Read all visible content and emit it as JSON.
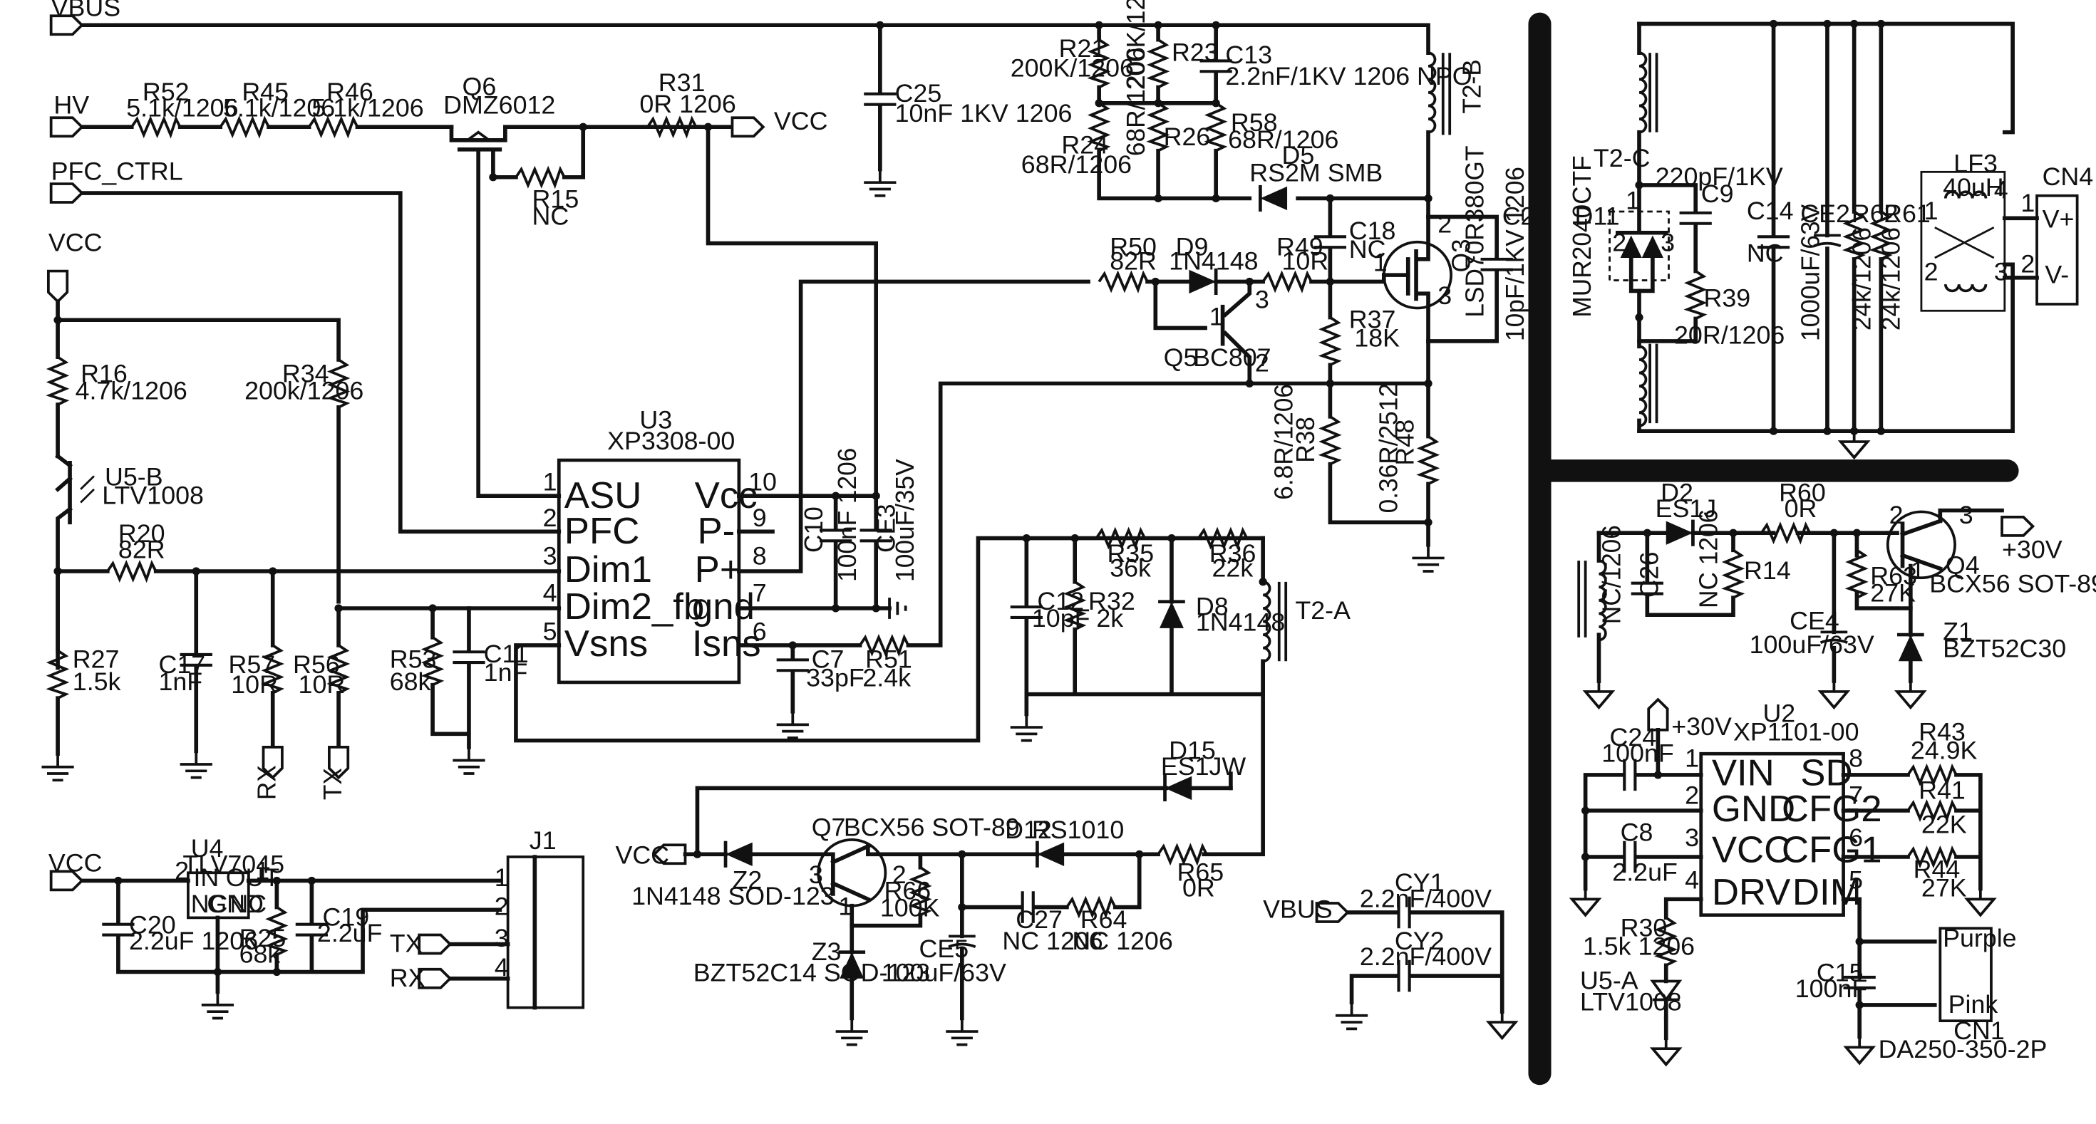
{
  "ports": {
    "vbus": "VBUS",
    "hv": "HV",
    "pfc_ctrl": "PFC_CTRL",
    "vcc_left": "VCC",
    "vcc_r31": "VCC",
    "rx_r57": "RX",
    "tx_r56": "TX",
    "vcc_j1": "VCC",
    "tx_j1": "TX",
    "rx_j1": "RX",
    "vcc_q7": "VCC",
    "vbus_cy": "VBUS",
    "plus30v_q4": "+30V",
    "plus30v_u2": "+30V"
  },
  "components": {
    "r52": {
      "ref": "R52",
      "val": "5.1k/1206"
    },
    "r45": {
      "ref": "R45",
      "val": "5.1k/1206"
    },
    "r46": {
      "ref": "R46",
      "val": "5.1k/1206"
    },
    "q6": {
      "ref": "Q6",
      "val": "DMZ6012"
    },
    "r31": {
      "ref": "R31",
      "val": "0R 1206"
    },
    "r15": {
      "ref": "R15",
      "val": "NC"
    },
    "c25": {
      "ref": "C25",
      "val": "10nF 1KV 1206"
    },
    "r21": {
      "ref": "R21",
      "val": "200K/1206"
    },
    "r23": {
      "ref": "R23",
      "val": "200K/1206"
    },
    "c13": {
      "ref": "C13",
      "val": "2.2nF/1KV 1206 NPO"
    },
    "r24": {
      "ref": "R24",
      "val": "68R/1206"
    },
    "r26": {
      "ref": "R26",
      "val": "68R/1206"
    },
    "r58": {
      "ref": "R58",
      "val": "68R/1206"
    },
    "d5": {
      "ref": "D5",
      "val": "RS2M SMB"
    },
    "t2b": {
      "ref": "T2-B"
    },
    "c18": {
      "ref": "C18",
      "val": "NC"
    },
    "q3": {
      "ref": "Q3",
      "val": "LSD70R380GT"
    },
    "c23": {
      "ref": "C23",
      "val": "10pF/1KV 1206"
    },
    "r50": {
      "ref": "R50",
      "val": "82R"
    },
    "d9": {
      "ref": "D9",
      "val": "1N4148"
    },
    "r49": {
      "ref": "R49",
      "val": "10R"
    },
    "q5": {
      "ref": "Q5",
      "val": "BC807"
    },
    "r37": {
      "ref": "R37",
      "val": "18K"
    },
    "r38": {
      "ref": "R38",
      "val": "6.8R/1206"
    },
    "r48": {
      "ref": "R48",
      "val": "0.36R/2512"
    },
    "r16": {
      "ref": "R16",
      "val": "4.7k/1206"
    },
    "u5b": {
      "ref": "U5-B",
      "val": "LTV1008"
    },
    "r20": {
      "ref": "R20",
      "val": "82R"
    },
    "r27": {
      "ref": "R27",
      "val": "1.5k"
    },
    "c17": {
      "ref": "C17",
      "val": "1nF"
    },
    "r57": {
      "ref": "R57",
      "val": "10R"
    },
    "r56": {
      "ref": "R56",
      "val": "10R"
    },
    "r34": {
      "ref": "R34",
      "val": "200k/1206"
    },
    "r53": {
      "ref": "R53",
      "val": "68k"
    },
    "c11": {
      "ref": "C11",
      "val": "1nF"
    },
    "u3": {
      "ref": "U3",
      "val": "XP3308-00"
    },
    "c10": {
      "ref": "C10",
      "val": "100nF 1206"
    },
    "ce3": {
      "ref": "CE3",
      "val": "100uF/35V"
    },
    "c7": {
      "ref": "C7",
      "val": "33pF"
    },
    "r51": {
      "ref": "R51",
      "val": "2.4k"
    },
    "c12": {
      "ref": "C12",
      "val": "10pF"
    },
    "r32": {
      "ref": "R32",
      "val": "2k"
    },
    "r35": {
      "ref": "R35",
      "val": "36k"
    },
    "r36": {
      "ref": "R36",
      "val": "22k"
    },
    "d8": {
      "ref": "D8",
      "val": "1N4148"
    },
    "t2a": {
      "ref": "T2-A"
    },
    "d15": {
      "ref": "D15",
      "val": "ES1JW"
    },
    "u4": {
      "ref": "U4",
      "val": "TLV7045"
    },
    "c20": {
      "ref": "C20",
      "val": "2.2uF 1206"
    },
    "r25": {
      "ref": "R25",
      "val": "68k"
    },
    "c19": {
      "ref": "C19",
      "val": "2.2uF"
    },
    "j1": {
      "ref": "J1"
    },
    "z2": {
      "ref": "Z2",
      "val": "1N4148 SOD-123"
    },
    "q7": {
      "ref": "Q7",
      "val": "BCX56 SOT-89"
    },
    "z3": {
      "ref": "Z3",
      "val": "BZT52C14 SOD-123"
    },
    "r66": {
      "ref": "R66",
      "val": "100K"
    },
    "d12": {
      "ref": "D12",
      "val": "RS1010"
    },
    "c27": {
      "ref": "C27",
      "val": "NC 1206"
    },
    "r64": {
      "ref": "R64",
      "val": "NC 1206"
    },
    "ce5": {
      "ref": "CE5",
      "val": "100uF/63V"
    },
    "r65": {
      "ref": "R65",
      "val": "0R"
    },
    "cy1": {
      "ref": "CY1",
      "val": "2.2nF/400V"
    },
    "cy2": {
      "ref": "CY2",
      "val": "2.2nF/400V"
    },
    "t2c": {
      "ref": "T2-C"
    },
    "c9": {
      "ref": "C9",
      "val": "220pF/1KV"
    },
    "d11": {
      "ref": "D11",
      "val": "MUR2040CTF"
    },
    "r39": {
      "ref": "R39",
      "val": "20R/1206"
    },
    "c14": {
      "ref": "C14",
      "val": "NC"
    },
    "ce2": {
      "ref": "CE2",
      "val": "1000uF/63V"
    },
    "r62": {
      "ref": "R62",
      "val": "24k/1206"
    },
    "r61": {
      "ref": "R61",
      "val": "24k/1206"
    },
    "lf3": {
      "ref": "LF3",
      "val": "40uH"
    },
    "cn4": {
      "ref": "CN4",
      "vplus": "V+",
      "vminus": "V-"
    },
    "d2": {
      "ref": "D2",
      "val": "ES1J"
    },
    "r60": {
      "ref": "R60",
      "val": "0R"
    },
    "q4": {
      "ref": "Q4",
      "val": "BCX56 SOT-89"
    },
    "c26": {
      "ref": "C26",
      "val": "NC/1206"
    },
    "r14": {
      "ref": "R14",
      "val": "NC 1206"
    },
    "r63": {
      "ref": "R63",
      "val": "27K"
    },
    "ce4": {
      "ref": "CE4",
      "val": "100uF/63V"
    },
    "z1": {
      "ref": "Z1",
      "val": "BZT52C30"
    },
    "c24": {
      "ref": "C24",
      "val": "100nF"
    },
    "c8": {
      "ref": "C8",
      "val": "2.2uF"
    },
    "u2": {
      "ref": "U2",
      "val": "XP1101-00"
    },
    "r43": {
      "ref": "R43",
      "val": "24.9K"
    },
    "r41": {
      "ref": "R41",
      "val": "22K"
    },
    "r44": {
      "ref": "R44",
      "val": "27K"
    },
    "r30": {
      "ref": "R30",
      "val": "1.5k 1206"
    },
    "u5a": {
      "ref": "U5-A",
      "val": "LTV1008"
    },
    "c15": {
      "ref": "C15",
      "val": "100nF"
    },
    "cn1": {
      "ref": "CN1",
      "val": "DA250-350-2P",
      "pin2": "Purple",
      "pin1": "Pink"
    }
  },
  "u3_pins": {
    "asu": "ASU",
    "pfc": "PFC",
    "dim1": "Dim1",
    "dim2": "Dim2_fb",
    "vsns": "Vsns",
    "vcc": "Vcc",
    "pminus": "P-",
    "pplus": "P+",
    "gnd": "gnd",
    "isns": "Isns",
    "n1": "1",
    "n2": "2",
    "n3": "3",
    "n4": "4",
    "n5": "5",
    "n10": "10",
    "n9": "9",
    "n8": "8",
    "n7": "7",
    "n6": "6"
  },
  "u2_pins": {
    "vin": "VIN",
    "gnd": "GND",
    "vcc": "VCC",
    "drv": "DRV",
    "sd": "SD",
    "cfg2": "CFG2",
    "cfg1": "CFG1",
    "dim": "DIM",
    "n1": "1",
    "n2": "2",
    "n3": "3",
    "n4": "4",
    "n8": "8",
    "n7": "7",
    "n6": "6",
    "n5": "5"
  },
  "u4_pins": {
    "in": "IN",
    "out": "OUT",
    "nc1": "NC",
    "gnd": "GND",
    "nc2": "NC",
    "n2": "2",
    "n1": "1"
  },
  "j1_pins": {
    "p1": "1",
    "p2": "2",
    "p3": "3",
    "p4": "4"
  },
  "misc_pins": {
    "q3_g": "1",
    "q3_d": "2",
    "q3_s": "3",
    "q5_b": "1",
    "q5_e": "3",
    "q5_c": "2",
    "q7_b": "1",
    "q7_c": "3",
    "q7_e": "2",
    "q4_b": "1",
    "q4_c": "2",
    "q4_e": "3",
    "d11_1": "1",
    "d11_2": "2",
    "d11_3": "3",
    "lf3_1": "1",
    "lf3_2": "2",
    "lf3_3": "3",
    "lf3_4": "4",
    "cn4_1": "1",
    "cn4_2": "2"
  }
}
